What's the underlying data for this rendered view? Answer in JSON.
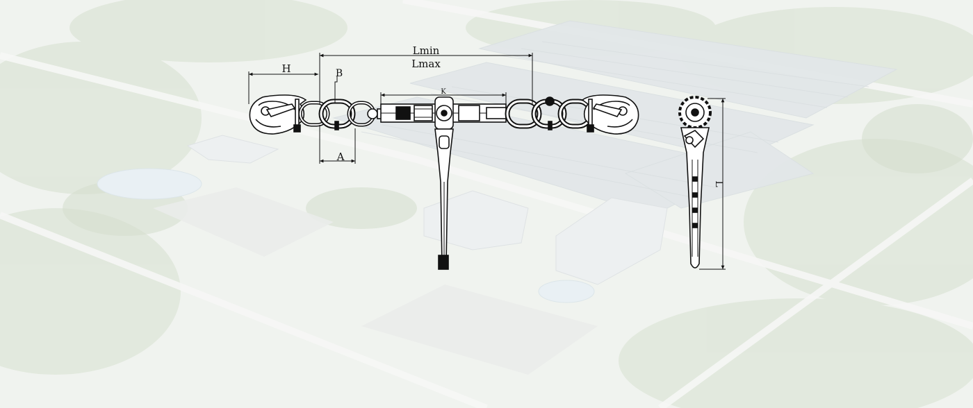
{
  "diagram": {
    "labels": {
      "H": "H",
      "B": "B",
      "A": "A",
      "Lmin": "Lmin",
      "Lmax": "Lmax",
      "K": "K",
      "L": "L"
    }
  },
  "colors": {
    "background_tint": "#eef1ec",
    "greenery": "#c9d6c0",
    "roof": "#d3dadc",
    "road": "#e3e5e2",
    "line": "#111111",
    "part_fill": "#ffffff"
  }
}
